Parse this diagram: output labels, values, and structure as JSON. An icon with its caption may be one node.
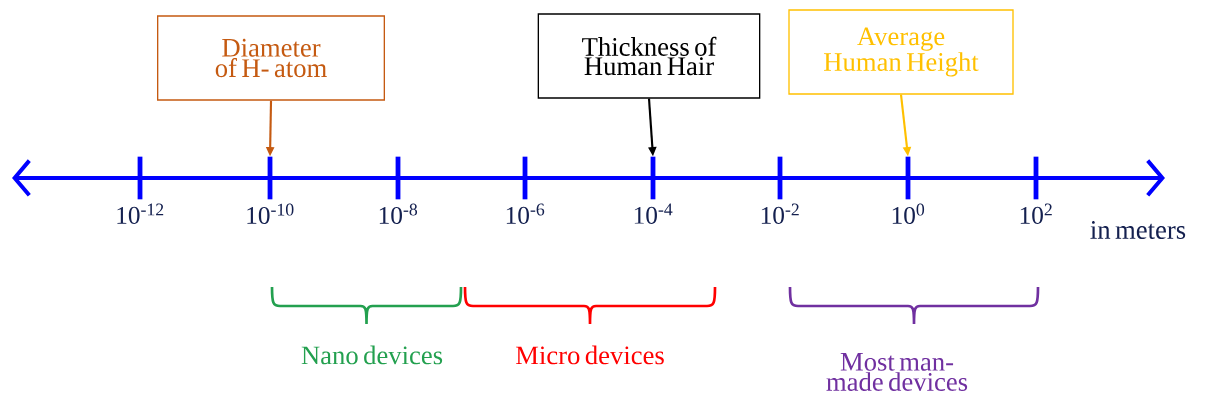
{
  "diagram": {
    "nodes": [
      {
        "text": [
          "Diameter of H- atom"
        ]
      },
      {
        "text": [
          "Thickness of Human Hair"
        ]
      },
      {
        "text": [
          "Average Human Height"
        ]
      },
      {
        "text": [],
        "shape": "bar",
        "beside": [
          "10$^{-12}$"
        ]
      },
      {
        "text": [],
        "shape": "bar",
        "beside": [
          "10$^{-10}$"
        ]
      },
      {
        "text": [],
        "shape": "bar",
        "beside": [
          "10$^{-8}$"
        ]
      },
      {
        "text": [],
        "shape": "bar",
        "beside": [
          "10$^{-6}$"
        ]
      },
      {
        "text": [],
        "shape": "bar",
        "beside": [
          "10$^{-4}$"
        ]
      },
      {
        "text": [],
        "shape": "bar",
        "beside": [
          "10$^{-2}$"
        ]
      },
      {
        "text": [],
        "shape": "bar",
        "beside": [
          "10$^{0}$"
        ]
      },
      {
        "text": [],
        "shape": "bar",
        "beside": [
          "10$^{2}$"
        ]
      }
    ],
    "edges": [
      {
        "from": 0,
        "to": 4,
        "arrow": "to",
        "color": "#c55a11"
      },
      {
        "from": 1,
        "to": 7,
        "arrow": "to",
        "color": "#000000"
      },
      {
        "from": 2,
        "to": 9,
        "arrow": "to",
        "color": "#ffc000"
      }
    ],
    "labels": [
      "in meters",
      "Nano devices",
      "Micro devices",
      "Most man-made devices"
    ]
  }
}
